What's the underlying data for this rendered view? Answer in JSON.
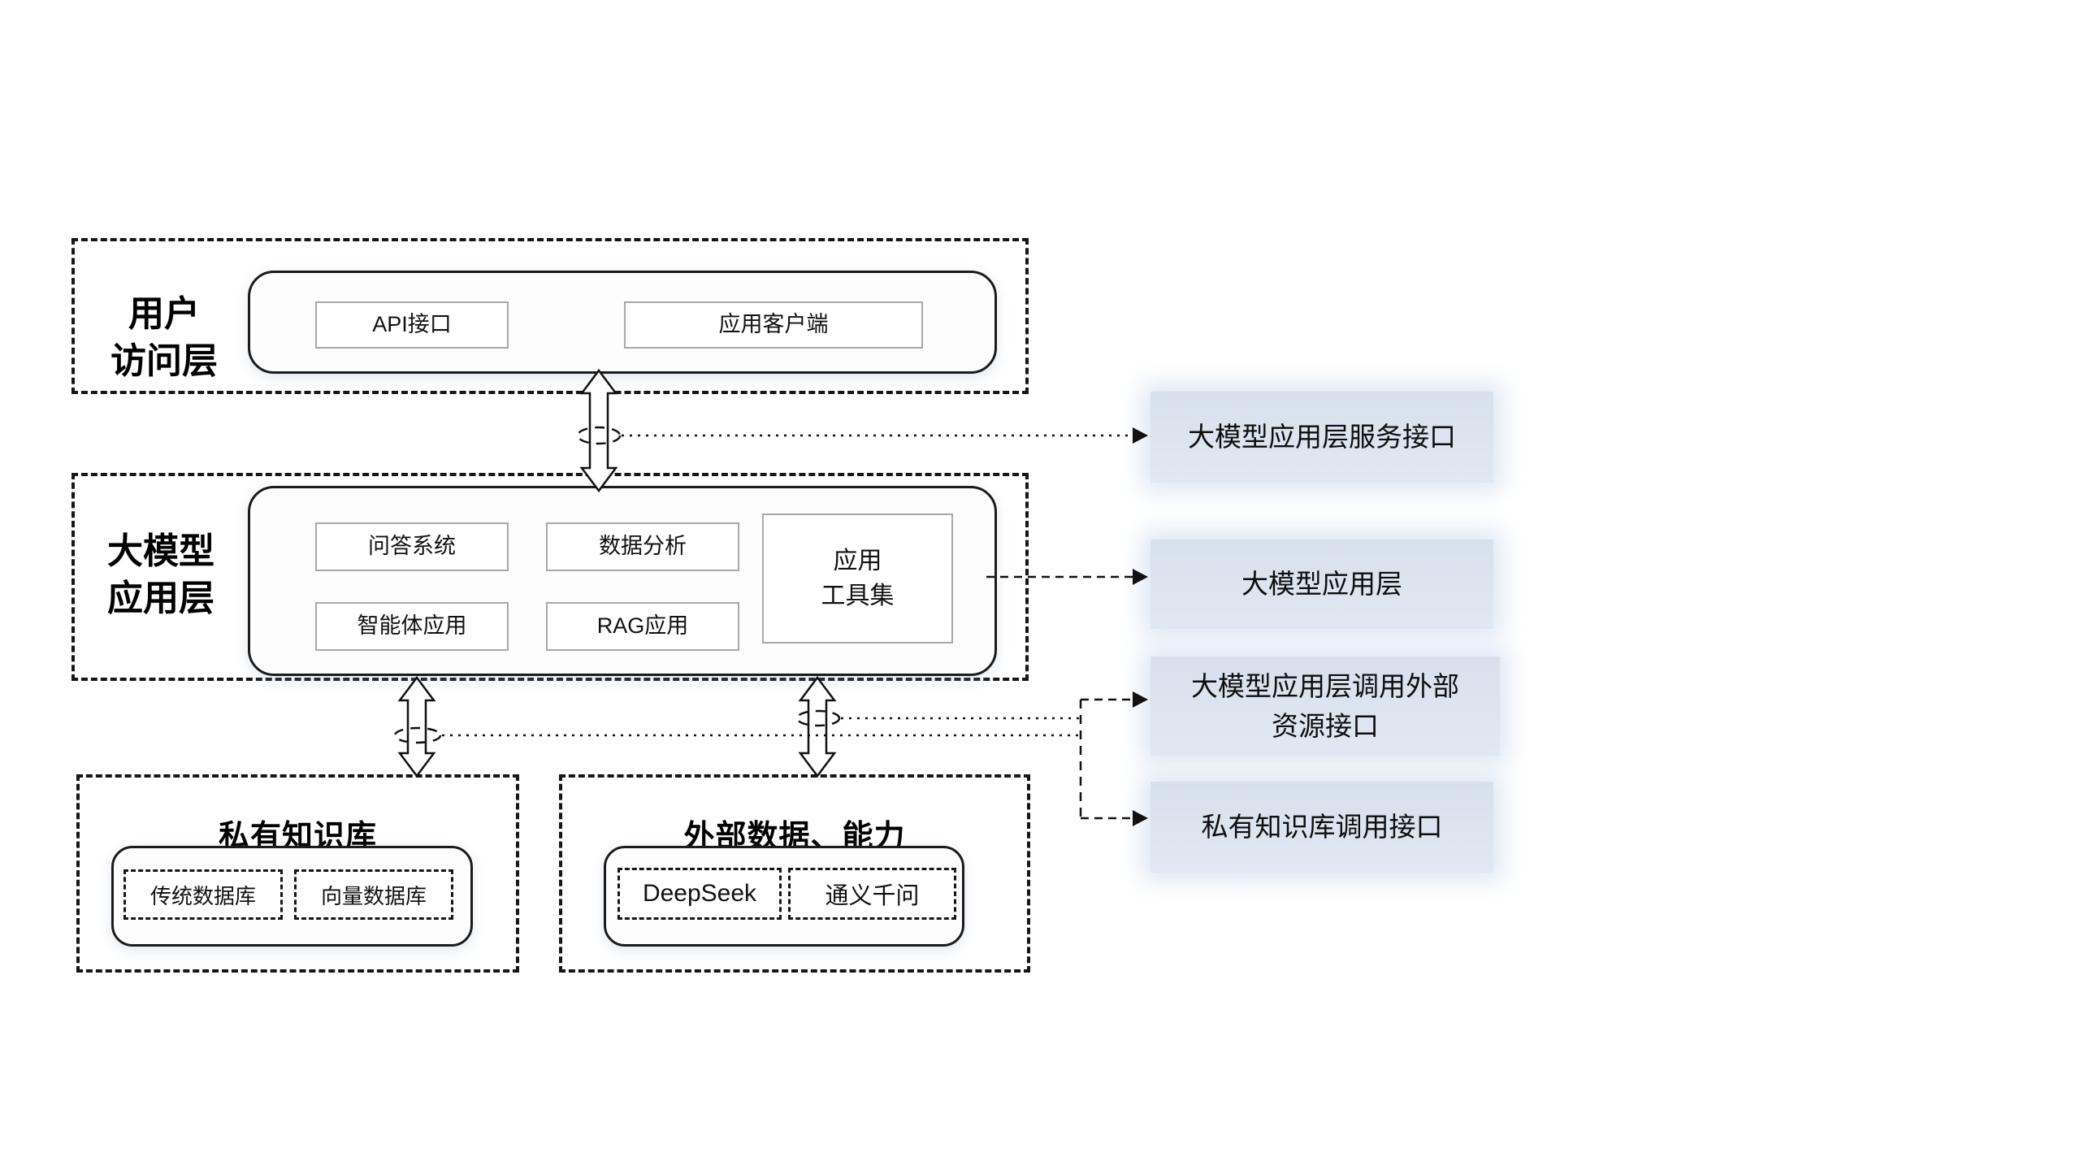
{
  "diagram": {
    "user_access_layer": {
      "label_line1": "用户",
      "label_line2": "访问层",
      "api_box": "API接口",
      "client_box": "应用客户端"
    },
    "llm_app_layer": {
      "label_line1": "大模型",
      "label_line2": "应用层",
      "qa_box": "问答系统",
      "data_analysis_box": "数据分析",
      "agent_box": "智能体应用",
      "rag_box": "RAG应用",
      "tools_line1": "应用",
      "tools_line2": "工具集"
    },
    "private_kb": {
      "title": "私有知识库",
      "traditional_db": "传统数据库",
      "vector_db": "向量数据库"
    },
    "external": {
      "title": "外部数据、能力",
      "deepseek": "DeepSeek",
      "qwen": "通义千问"
    },
    "callouts": {
      "service_api": "大模型应用层服务接口",
      "app_layer": "大模型应用层",
      "ext_resource_line1": "大模型应用层调用外部",
      "ext_resource_line2": "资源接口",
      "kb_call": "私有知识库调用接口"
    },
    "colors": {
      "callout_bg_top": "#d7e0ec",
      "callout_bg_bottom": "#e0e8f3",
      "gray_border": "#a8a8a8",
      "line": "#111111"
    }
  }
}
